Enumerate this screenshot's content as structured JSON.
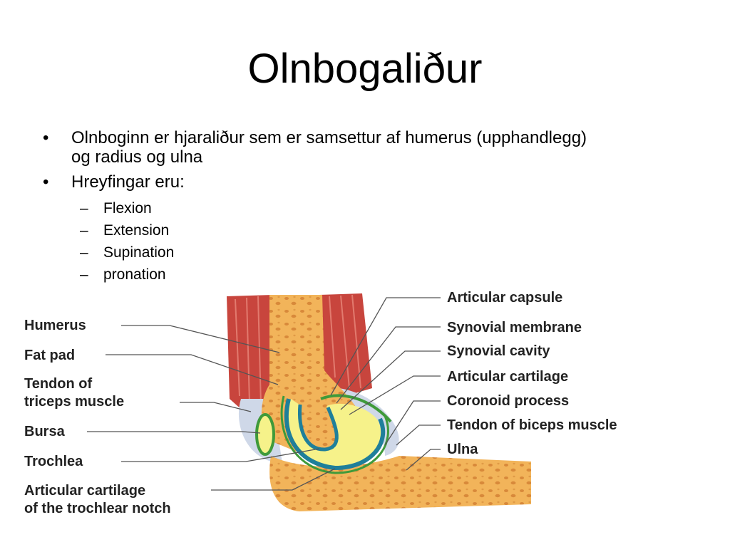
{
  "slide": {
    "title": "Olnbogaliður",
    "bullets": [
      {
        "line1": "Olnboginn er hjaraliður sem er samsettur af humerus (upphandlegg)",
        "line2": "og radius og ulna"
      },
      {
        "line1": "Hreyfingar eru:"
      }
    ],
    "movements": [
      "Flexion",
      "Extension",
      "Supination",
      "pronation"
    ],
    "dash": "–"
  },
  "diagram": {
    "left_labels": [
      "Humerus",
      "Fat pad",
      "Tendon of",
      "triceps muscle",
      "Bursa",
      "Trochlea",
      "Articular cartilage",
      "of the trochlear notch"
    ],
    "right_labels": [
      "Articular capsule",
      "Synovial membrane",
      "Synovial cavity",
      "Articular cartilage",
      "Coronoid process",
      "Tendon of biceps muscle",
      "Ulna"
    ],
    "colors": {
      "muscle": "#c8453d",
      "bone": "#f2b45a",
      "cartilage": "#1f7f9a",
      "synovial": "#3f9a3a",
      "fluid": "#f6f28a",
      "tendon": "#cfd8e8"
    }
  }
}
